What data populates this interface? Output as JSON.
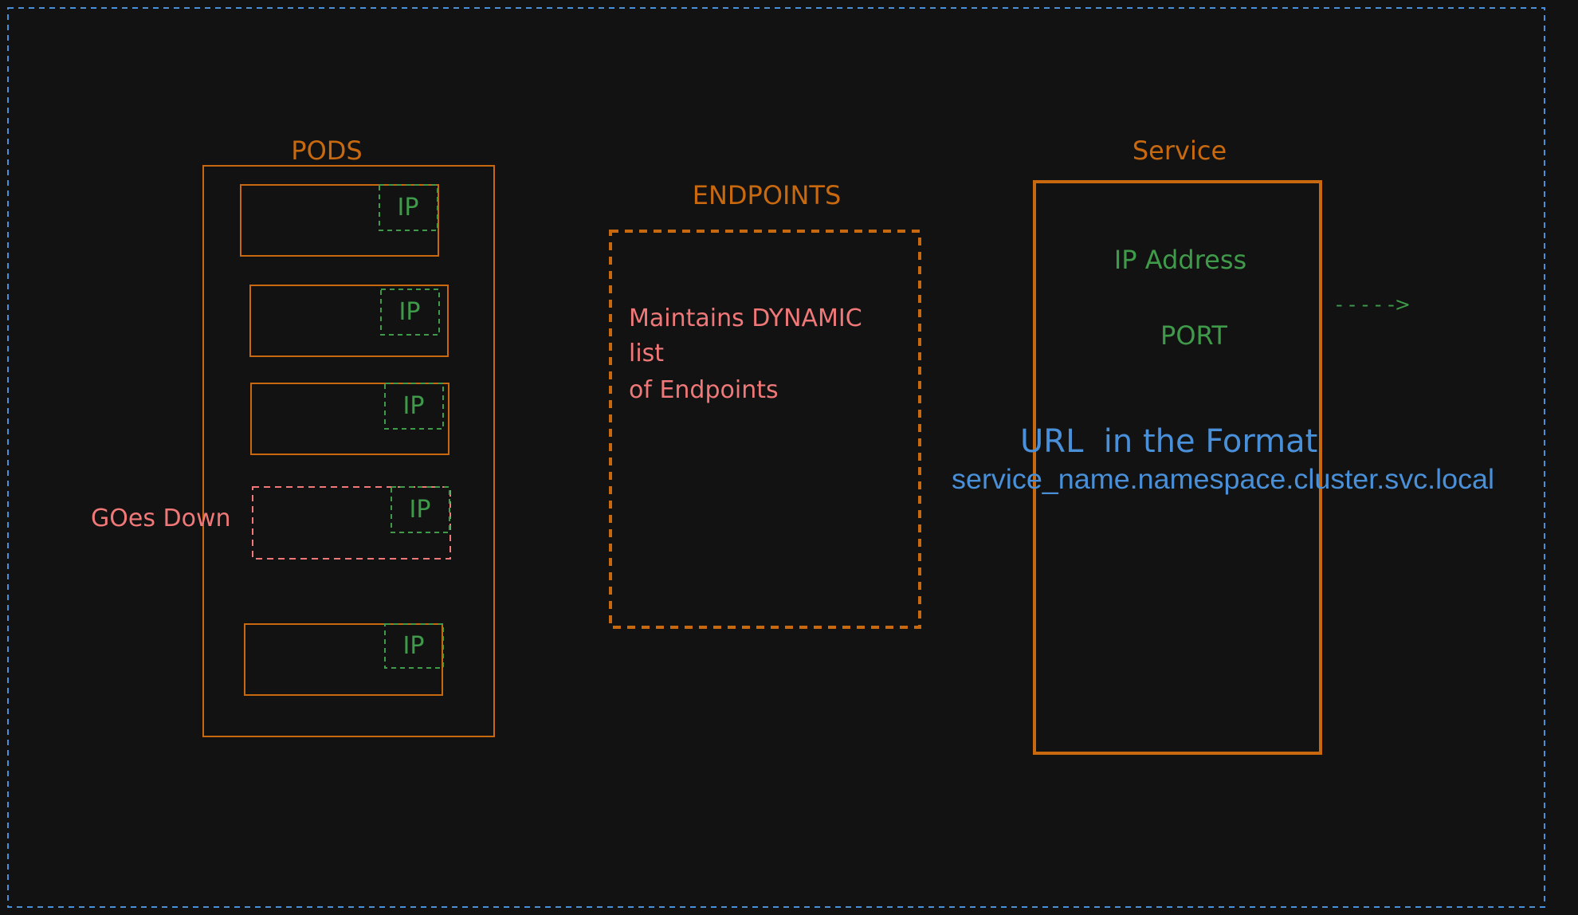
{
  "colors": {
    "background": "#121212",
    "frame": "#4a90d9",
    "orange": "#c8690f",
    "green": "#3f9a4a",
    "red": "#f07878",
    "blue": "#4a90d9"
  },
  "pods": {
    "title": "PODS",
    "ip_label": "IP",
    "down_label": "GOes Down"
  },
  "endpoints": {
    "title": "ENDPOINTS",
    "line1": "Maintains DYNAMIC",
    "line2": "list",
    "line3": "of Endpoints"
  },
  "service": {
    "title": "Service",
    "ip_address": "IP Address",
    "port": "PORT",
    "arrow": "- - - - ->"
  },
  "url": {
    "heading": "URL  in the Format",
    "format": "service_name.namespace.cluster.svc.local"
  }
}
